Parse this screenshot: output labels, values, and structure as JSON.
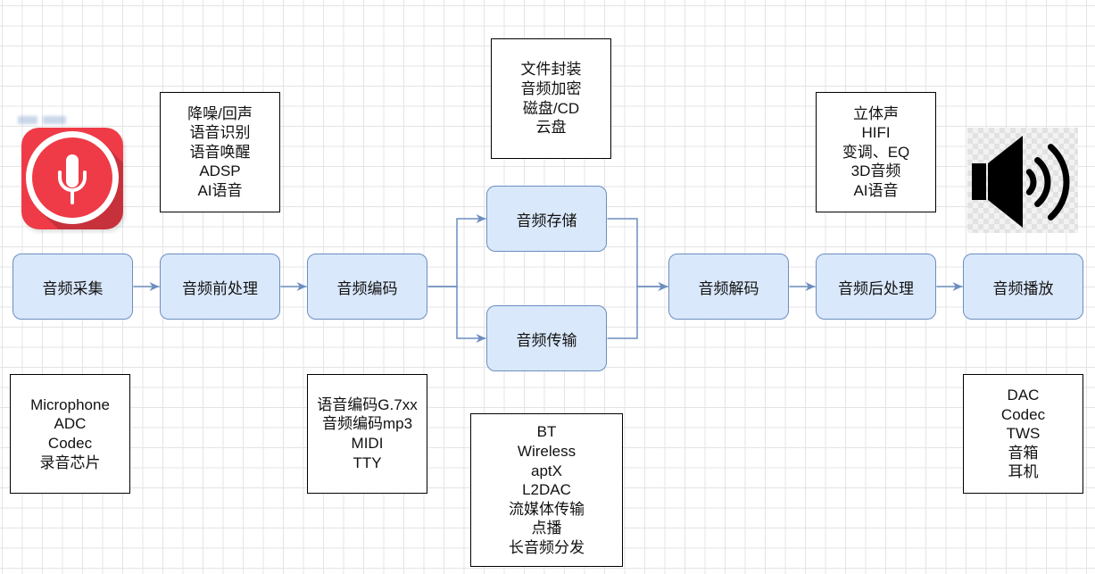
{
  "diagram": {
    "steps": {
      "capture": "音频采集",
      "preprocess": "音频前处理",
      "encode": "音频编码",
      "storage": "音频存储",
      "transmission": "音频传输",
      "decode": "音频解码",
      "postprocess": "音频后处理",
      "playback": "音频播放"
    },
    "notes": {
      "capture": [
        "Microphone",
        "ADC",
        "Codec",
        "录音芯片"
      ],
      "preprocess": [
        "降噪/回声",
        "语音识别",
        "语音唤醒",
        "ADSP",
        "AI语音"
      ],
      "encode": [
        "语音编码G.7xx",
        "音频编码mp3",
        "MIDI",
        "TTY"
      ],
      "storage": [
        "文件封装",
        "音频加密",
        "磁盘/CD",
        "云盘"
      ],
      "transmission": [
        "BT",
        "Wireless",
        "aptX",
        "L2DAC",
        "流媒体传输",
        "点播",
        "长音频分发"
      ],
      "postprocess": [
        "立体声",
        "HIFI",
        "变调、EQ",
        "3D音频",
        "AI语音"
      ],
      "playback": [
        "DAC",
        "Codec",
        "TWS",
        "音箱",
        "耳机"
      ]
    },
    "icons": {
      "capture": "microphone-icon",
      "playback": "speaker-icon"
    }
  },
  "colors": {
    "process_fill": "#dae8fc",
    "process_stroke": "#6c8ebf",
    "note_stroke": "#000000",
    "connector": "#6c8ebf",
    "mic_red": "#ee3b47",
    "speaker": "#000000"
  }
}
